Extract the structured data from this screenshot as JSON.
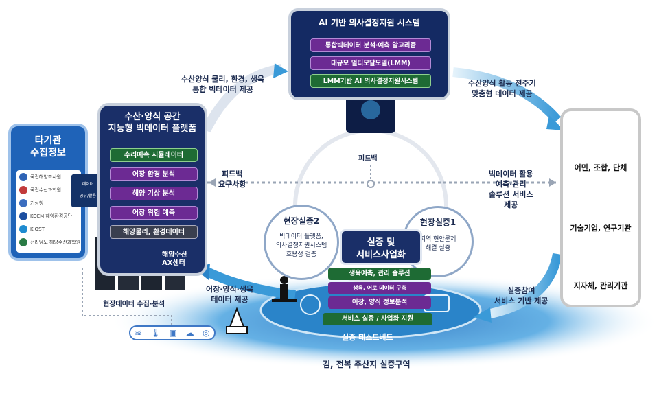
{
  "left_panel": {
    "title_line1": "타기관",
    "title_line2": "수집정보",
    "orgs": [
      "국립해양조사원",
      "국립수산과학원",
      "기상청",
      "KOEM 해양환경공단",
      "KIOST",
      "전라남도 해양수산과학원"
    ]
  },
  "data_link": {
    "line1": "데이터",
    "line2": "공유/활용"
  },
  "bigdata_panel": {
    "title_line1": "수산·양식 공간",
    "title_line2": "지능형 빅데이터 플랫폼",
    "items": [
      "수리예측 시뮬레이터",
      "어장 환경 분석",
      "해양 기상 분석",
      "어장 위험 예측",
      "해양물리, 환경데이터"
    ],
    "server_label_line1": "해양수산",
    "server_label_line2": "AX센터",
    "footer": "현장데이터 수집·분석"
  },
  "ai_panel": {
    "title": "AI 기반 의사결정지원 시스템",
    "items": [
      "통합빅데이터 분석·예측 알고리즘",
      "대규모 멀티모달모델(LMM)",
      "LMM기반 AI 의사결정지원시스템"
    ]
  },
  "labels": {
    "top_left_line1": "수산양식 물리, 환경, 생육",
    "top_left_line2": "통합 빅데이터 제공",
    "top_right_line1": "수산양식 활동 전주기",
    "top_right_line2": "맞춤형 데이터 제공",
    "feedback": "피드백",
    "feedback_req_line1": "피드백",
    "feedback_req_line2": "요구사항",
    "bigdata_use_line1": "빅데이터 활용",
    "bigdata_use_line2": "예측·관리",
    "bigdata_use_line3": "솔루션 서비스",
    "bigdata_use_line4": "제공",
    "bottom_left_line1": "어장·양식·생육",
    "bottom_left_line2": "데이터 제공",
    "bottom_right_line1": "실증참여",
    "bottom_right_line2": "서비스 기반 제공"
  },
  "right_panel": {
    "stakeholders": [
      "어민, 조합, 단체",
      "기술기업, 연구기관",
      "지자체, 관리기관"
    ]
  },
  "pilot": {
    "center_line1": "실증 및",
    "center_line2": "서비스사업화",
    "site2_title": "현장실증2",
    "site2_line1": "빅데이터 플랫폼,",
    "site2_line2": "의사결정지원시스템",
    "site2_line3": "효용성 검증",
    "site1_title": "현장실증1",
    "site1_line1": "지역 현안문제",
    "site1_line2": "해결 실증",
    "services": [
      "생육예측, 관리 솔루션",
      "생육, 어로 데이터 구축",
      "어장, 양식 정보분석",
      "서비스 실증 / 사업화 지원"
    ],
    "testbed": "실증 테스트베드",
    "region": "김, 전복 주산지 실증구역"
  },
  "colors": {
    "navy": "#1a2f68",
    "blue": "#1f63b8",
    "green": "#1e6b34",
    "purple": "#6c2a93",
    "arrow": "#4aa3e0"
  }
}
